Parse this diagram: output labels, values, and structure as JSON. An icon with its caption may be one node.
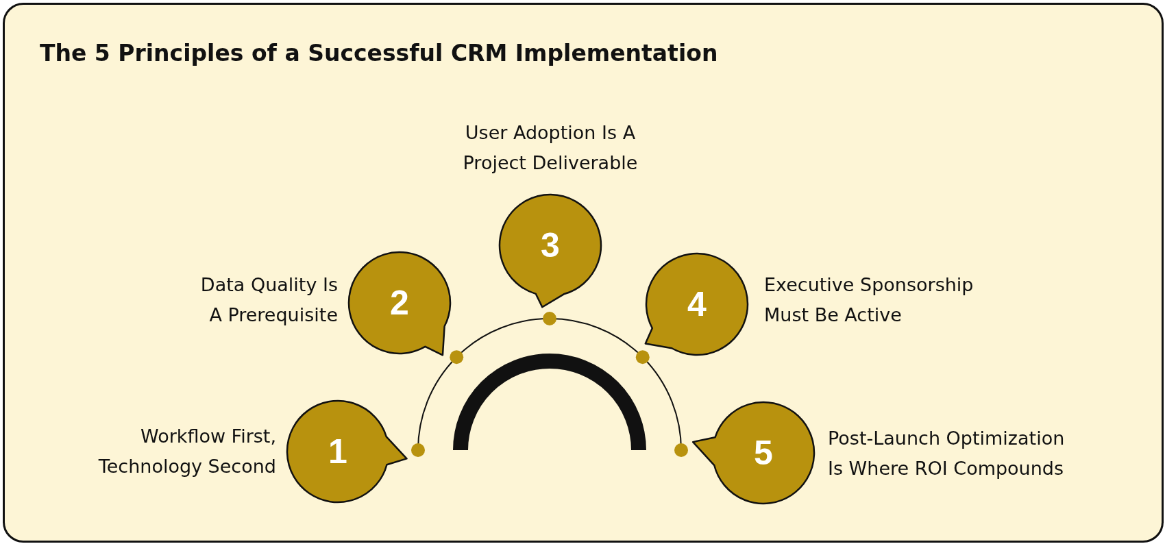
{
  "diagram": {
    "title": "The 5 Principles of a Successful CRM Implementation",
    "nodes": [
      {
        "text": [
          "1"
        ],
        "beside": [
          "Workflow First, Technology Second"
        ]
      },
      {
        "text": [
          "2"
        ],
        "beside": [
          "Data Quality Is A Prerequisite"
        ]
      },
      {
        "text": [
          "3"
        ],
        "beside": [
          "User Adoption Is A Project Deliverable"
        ]
      },
      {
        "text": [
          "4"
        ],
        "beside": [
          "Executive Sponsorship Must Be Active"
        ]
      },
      {
        "text": [
          "5"
        ],
        "beside": [
          "Post-Launch Optimization Is Where ROI Compounds"
        ]
      }
    ]
  }
}
